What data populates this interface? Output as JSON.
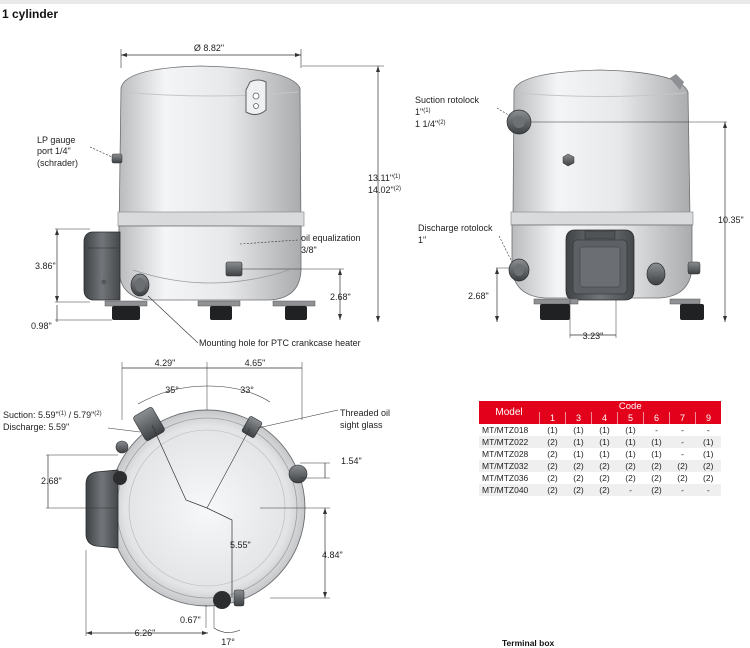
{
  "title": "1 cylinder",
  "front_view": {
    "diameter": "Ø 8.82\"",
    "lp_gauge": [
      "LP gauge",
      "port 1/4\"",
      "(schrader)"
    ],
    "height_1": "13.11\"",
    "height_1_ref": "(1)",
    "height_2": "14.02\"",
    "height_2_ref": "(2)",
    "box_height": "3.86\"",
    "oil_eq": [
      "oil equalization",
      "3/8\""
    ],
    "oil_height": "2.68\"",
    "foot_height": "0.98\"",
    "mounting_hole": "Mounting hole for PTC crankcase heater"
  },
  "side_view": {
    "suction_label": "Suction rotolock",
    "suction_1": "1\"",
    "suction_1_ref": "(1)",
    "suction_2": "1 1/4\"",
    "suction_2_ref": "(2)",
    "height": "10.35\"",
    "discharge_label": "Discharge rotolock",
    "discharge_size": "1\"",
    "discharge_height": "2.68\"",
    "box_offset": "3.23\""
  },
  "top_view": {
    "dim_left": "4.29\"",
    "dim_right": "4.65\"",
    "angle_left": "35°",
    "angle_right": "33°",
    "suction_a": "Suction: 5.59\"",
    "suction_a_ref": "(1)",
    "suction_b": " / 5.79\"",
    "suction_b_ref": "(2)",
    "discharge": "Discharge: 5.59\"",
    "threaded": [
      "Threaded oil",
      "sight glass"
    ],
    "dim_268": "2.68\"",
    "dim_154": "1.54\"",
    "dim_555": "5.55\"",
    "dim_484": "4.84\"",
    "dim_067": "0.67\"",
    "dim_626": "6.26\"",
    "angle_17": "17°"
  },
  "code_table": {
    "model_header": "Model",
    "code_header": "Code",
    "columns": [
      "1",
      "3",
      "4",
      "5",
      "6",
      "7",
      "9"
    ],
    "rows": [
      {
        "model": "MT/MTZ018",
        "values": [
          "(1)",
          "(1)",
          "(1)",
          "(1)",
          "-",
          "-",
          "-"
        ]
      },
      {
        "model": "MT/MTZ022",
        "values": [
          "(2)",
          "(1)",
          "(1)",
          "(1)",
          "(1)",
          "-",
          "(1)"
        ]
      },
      {
        "model": "MT/MTZ028",
        "values": [
          "(2)",
          "(1)",
          "(1)",
          "(1)",
          "(1)",
          "-",
          "(1)"
        ]
      },
      {
        "model": "MT/MTZ032",
        "values": [
          "(2)",
          "(2)",
          "(2)",
          "(2)",
          "(2)",
          "(2)",
          "(2)"
        ]
      },
      {
        "model": "MT/MTZ036",
        "values": [
          "(2)",
          "(2)",
          "(2)",
          "(2)",
          "(2)",
          "(2)",
          "(2)"
        ]
      },
      {
        "model": "MT/MTZ040",
        "values": [
          "(2)",
          "(2)",
          "(2)",
          "-",
          "(2)",
          "-",
          "-"
        ]
      }
    ]
  },
  "terminal_box": "Terminal box"
}
